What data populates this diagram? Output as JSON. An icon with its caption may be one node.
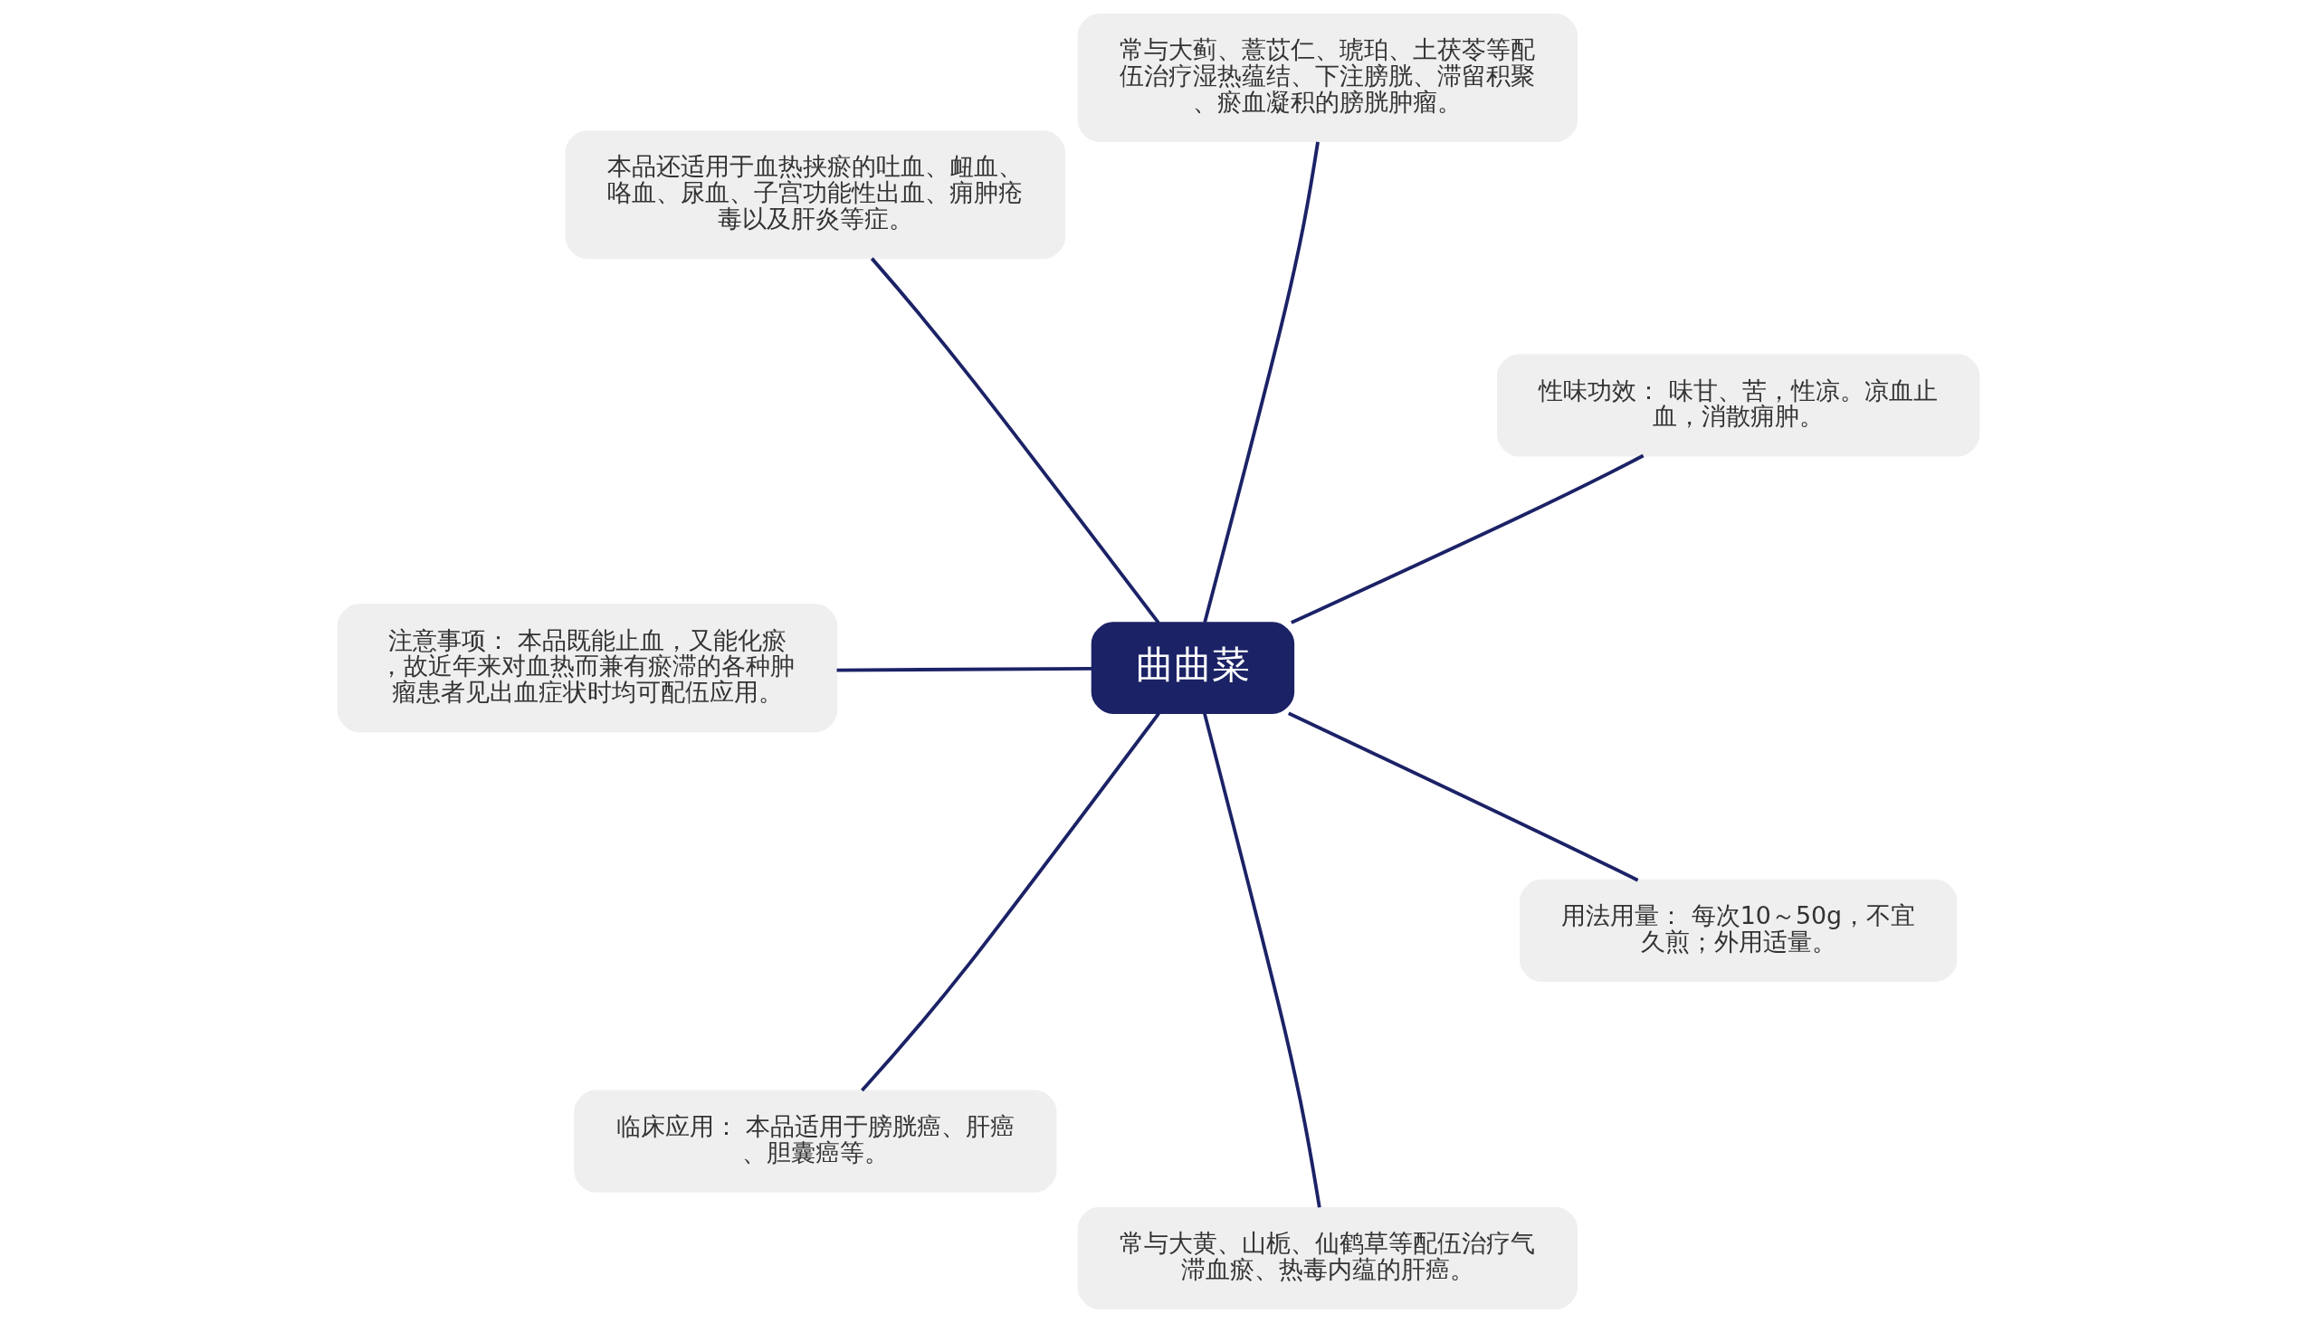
{
  "diagram": {
    "nodes": [
      {
        "text": [
          "曲曲菜"
        ]
      },
      {
        "text": [
          "性味功效： 味甘、苦，性凉。凉血止血，消散痈肿。"
        ]
      },
      {
        "text": [
          "常与大蓟、薏苡仁、琥珀、土茯苓等配伍治疗湿热蕴结、下注膀胱、滞留积聚、瘀血凝积的膀胱肿瘤。"
        ]
      },
      {
        "text": [
          "本品还适用于血热挟瘀的吐血、衄血、咯血、尿血、子宫功能性出血、痈肿疮毒以及肝炎等症。"
        ]
      },
      {
        "text": [
          "注意事项： 本品既能止血，又能化瘀，故近年来对血热而兼有瘀滞的各种肿瘤患者见出血症状时均可配伍应用。"
        ]
      },
      {
        "text": [
          "临床应用： 本品适用于膀胱癌、肝癌、胆囊癌等。"
        ]
      },
      {
        "text": [
          "常与大黄、山栀、仙鹤草等配伍治疗气滞血瘀、热毒内蕴的肝癌。"
        ]
      },
      {
        "text": [
          "用法用量： 每次10～50g，不宜久煎；外用适量。"
        ]
      }
    ],
    "edges": [
      {
        "from": 0,
        "to": 1,
        "arrow": "none"
      },
      {
        "from": 0,
        "to": 2,
        "arrow": "none"
      },
      {
        "from": 0,
        "to": 3,
        "arrow": "none"
      },
      {
        "from": 0,
        "to": 4,
        "arrow": "none"
      },
      {
        "from": 0,
        "to": 5,
        "arrow": "none"
      },
      {
        "from": 0,
        "to": 6,
        "arrow": "none"
      },
      {
        "from": 0,
        "to": 7,
        "arrow": "none"
      }
    ]
  }
}
